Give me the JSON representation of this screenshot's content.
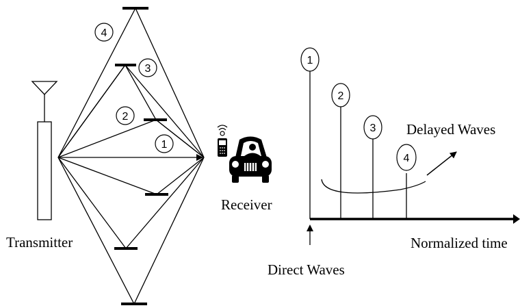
{
  "labels": {
    "transmitter": "Transmitter",
    "receiver": "Receiver",
    "delayed_waves": "Delayed Waves",
    "normalized_time": "Normalized time",
    "direct_waves": "Direct Waves"
  },
  "path_markers": [
    "1",
    "2",
    "3",
    "4"
  ],
  "pulse_markers": [
    "1",
    "2",
    "3",
    "4"
  ],
  "icons": {
    "antenna": "antenna-icon",
    "car": "car-icon",
    "phone": "mobile-phone-icon"
  },
  "colors": {
    "line": "#000000",
    "background": "#ffffff"
  }
}
